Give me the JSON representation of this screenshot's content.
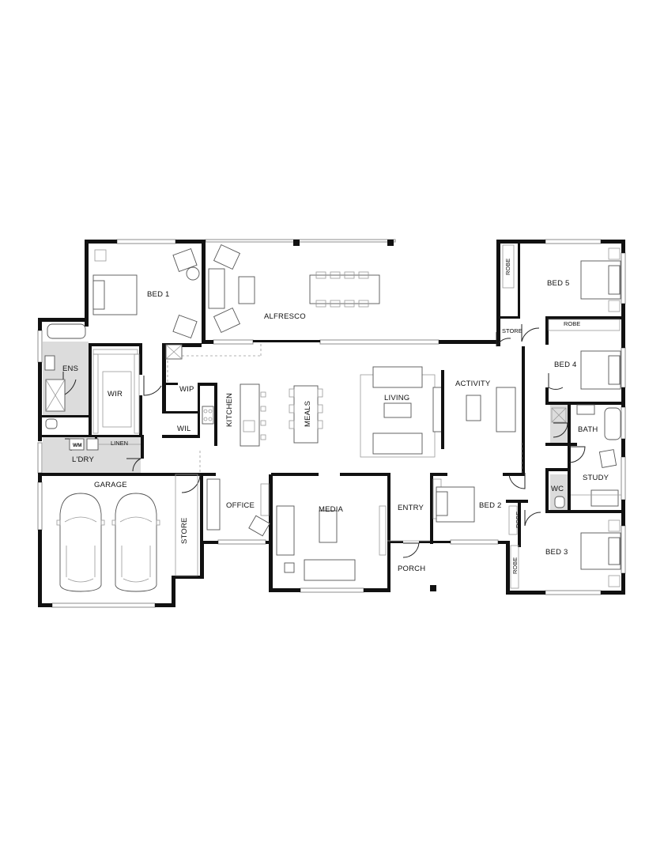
{
  "rooms": {
    "bed1": "BED 1",
    "alfresco": "ALFRESCO",
    "bed5": "BED 5",
    "robe_bed5": "ROBE",
    "store_right": "STORE",
    "robe_bed4": "ROBE",
    "ens": "ENS",
    "wir": "WIR",
    "wip": "WIP",
    "kitchen": "KITCHEN",
    "meals": "MEALS",
    "living": "LIVING",
    "activity": "ACTIVITY",
    "bed4": "BED 4",
    "wil": "WIL",
    "wm": "WM",
    "linen": "LINEN",
    "bath": "BATH",
    "laundry": "L'DRY",
    "study": "STUDY",
    "garage": "GARAGE",
    "office": "OFFICE",
    "media": "MEDIA",
    "entry": "ENTRY",
    "bed2": "BED 2",
    "wc": "WC",
    "store_garage": "STORE",
    "robe_bed2": "ROBE",
    "robe_bed3": "ROBE",
    "bed3": "BED 3",
    "porch": "PORCH"
  },
  "colors": {
    "wall": "#111111",
    "wet_area": "#dcdcdc",
    "background": "#ffffff"
  }
}
